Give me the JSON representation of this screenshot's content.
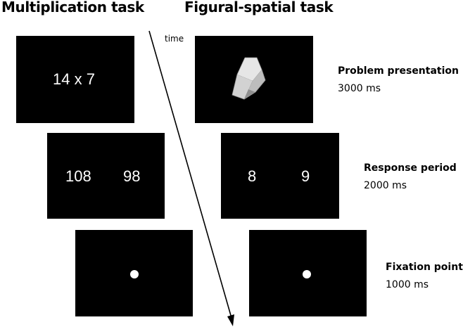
{
  "columns": {
    "multiplication": "Multiplication task",
    "figural": "Figural-spatial task"
  },
  "time_label": "time",
  "phases": [
    {
      "label": "Problem presentation",
      "duration": "3000 ms"
    },
    {
      "label": "Response period",
      "duration": "2000 ms"
    },
    {
      "label": "Fixation point",
      "duration": "1000 ms"
    }
  ],
  "multiplication_screens": {
    "problem": "14 x 7",
    "option_left": "108",
    "option_right": "98"
  },
  "figural_screens": {
    "option_left": "8",
    "option_right": "9"
  },
  "colors": {
    "screen": "#000000",
    "text_on_screen": "#ffffff",
    "arrow": "#000000"
  }
}
